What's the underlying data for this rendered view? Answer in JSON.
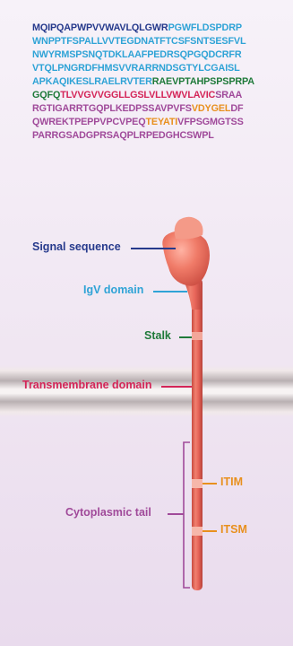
{
  "sequence": [
    [
      {
        "t": "MQIPQAPWPVVWAVLQLGWR",
        "c": "#263a8c"
      },
      {
        "t": "PGWFLDSPDRP",
        "c": "#2fa3d6"
      }
    ],
    [
      {
        "t": "WNPPTFSPALLVVTEGDNATFTCSFSNTSESFVL",
        "c": "#2fa3d6"
      }
    ],
    [
      {
        "t": "NWYRMSPSNQTDKLAAFPEDRSQPGQDCRFR",
        "c": "#2fa3d6"
      }
    ],
    [
      {
        "t": "VTQLPNGRDFHMSVVRARRNDSGTYLCGAISL",
        "c": "#2fa3d6"
      }
    ],
    [
      {
        "t": "APKAQIKESLRAELRVTER",
        "c": "#2fa3d6"
      },
      {
        "t": "RAEVPTAHPSPSPRPA",
        "c": "#1f7a3a"
      }
    ],
    [
      {
        "t": "GQFQ",
        "c": "#1f7a3a"
      },
      {
        "t": "TLVVGVVGGLLGSLVLLVWVLAVIC",
        "c": "#d42558"
      },
      {
        "t": "SRAA",
        "c": "#a04a9a"
      }
    ],
    [
      {
        "t": "RGTIGARRTGQPLKEDPSSAVPVFS",
        "c": "#a04a9a"
      },
      {
        "t": "VDYGEL",
        "c": "#e8901e"
      },
      {
        "t": "DF",
        "c": "#a04a9a"
      }
    ],
    [
      {
        "t": "QWREKTPEPPVPCVPEQ",
        "c": "#a04a9a"
      },
      {
        "t": "TEYATI",
        "c": "#e8901e"
      },
      {
        "t": "VFPSGMGTSS",
        "c": "#a04a9a"
      }
    ],
    [
      {
        "t": "PARRGSADGPRSAQPLRPEDGHCSWPL",
        "c": "#a04a9a"
      }
    ]
  ],
  "labels": {
    "signal_sequence": "Signal sequence",
    "igv_domain": "IgV domain",
    "stalk": "Stalk",
    "transmembrane_domain": "Transmembrane domain",
    "cytoplasmic_tail": "Cytoplasmic tail",
    "itim": "ITIM",
    "itsm": "ITSM"
  },
  "colors": {
    "signal_sequence": "#263a8c",
    "igv_domain": "#2fa3d6",
    "stalk": "#1f7a3a",
    "transmembrane_domain": "#d42558",
    "cytoplasmic_tail": "#a04a9a",
    "motif": "#e8901e",
    "protein": "#e86a5c"
  }
}
